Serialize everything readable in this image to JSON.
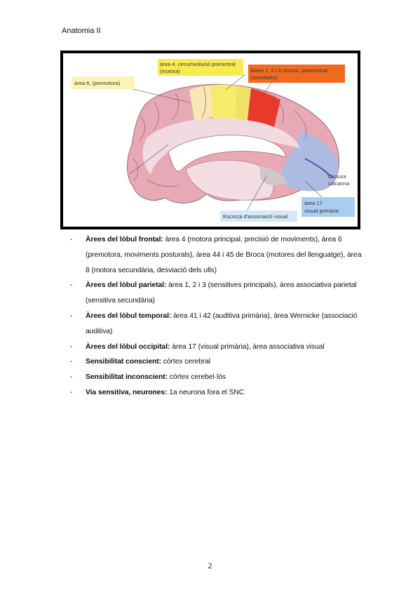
{
  "header": {
    "title": "Anatomia II"
  },
  "figure": {
    "labels": {
      "area4_line1": "àrea 4, circumvolució precentral",
      "area4_line2": "(motora)",
      "area123_line1": "àrees 1, 2 i 3 circum. postcentral",
      "area123_line2": "(sensitives)",
      "area6": "àrea 6, (premotora)",
      "cissura_line1": "Cissura",
      "cissura_line2": "calcarina",
      "area17_line1": "àrea 17",
      "area17_line2": "visual primària",
      "escorca": "Escorça d'associació visual"
    },
    "colors": {
      "yellow_label": "#f7ec4f",
      "orange_label": "#f06a1f",
      "premotor_label": "#fcf3b4",
      "visual_label": "#a9cdf0",
      "brain_pink": "#e8a9b6",
      "gyrus_light": "#f1dbe1",
      "red_area": "#e83a2b",
      "blue_area": "#a6bde4"
    }
  },
  "bullets": [
    {
      "bold": "Àrees del lòbul frontal:",
      "text": " àrea 4 (motora principal, precisió de moviments), àrea 6 (premotora, moviments posturals), àrea 44 i 45 de Broca (motores del llenguatge), àrea 8 (motora secundària, desviació dels ulls)"
    },
    {
      "bold": "Àrees del lòbul parietal:",
      "text": " àrea 1, 2 i 3 (sensitives principals), àrea associativa parietal (sensitiva secundària)"
    },
    {
      "bold": "Àrees del lòbul temporal:",
      "text": " àrea 41 i 42 (auditiva primària), àrea Wernicke (associació auditiva)"
    },
    {
      "bold": "Àrees del lòbul occipital:",
      "text": " àrea 17 (visual primària), àrea associativa visual"
    },
    {
      "bold": "Sensibilitat conscient:",
      "text": " còrtex cerebral"
    },
    {
      "bold": "Sensibilitat inconscient:",
      "text": " còrtex cerebel·lós"
    },
    {
      "bold": "Via sensitiva, neurones:",
      "text": " 1a neurona fora el SNC"
    }
  ],
  "page_number": "2"
}
